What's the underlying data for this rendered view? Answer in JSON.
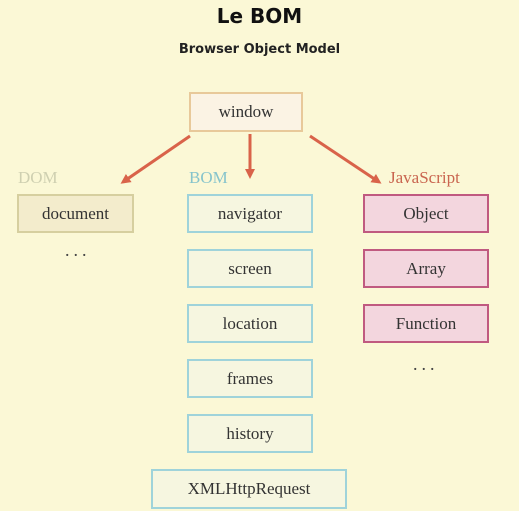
{
  "title": "Le BOM",
  "subtitle": "Browser Object Model",
  "root": "window",
  "categories": {
    "dom": "DOM",
    "bom": "BOM",
    "js": "JavaScript"
  },
  "dom_items": [
    "document"
  ],
  "dom_more": "...",
  "bom_items": [
    "navigator",
    "screen",
    "location",
    "frames",
    "history",
    "XMLHttpRequest"
  ],
  "js_items": [
    "Object",
    "Array",
    "Function"
  ],
  "js_more": "...",
  "colors": {
    "background": "#fbf8d6",
    "arrow": "#d9634a",
    "dom_border": "#d6cf9f",
    "bom_border": "#9fd3da",
    "js_border": "#c05a80"
  }
}
